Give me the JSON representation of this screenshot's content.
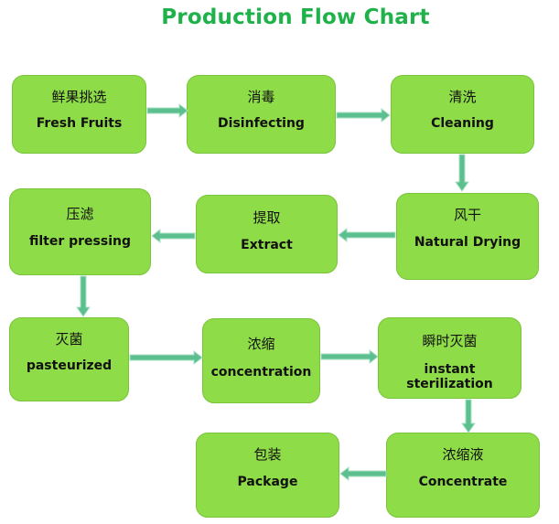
{
  "title": "Production Flow Chart",
  "colors": {
    "title": "#1fb24a",
    "box_fill": "#8edc48",
    "box_border": "#78c43a",
    "arrow": "#5cbf8f"
  },
  "steps": [
    {
      "cn": "鲜果挑选",
      "en": "Fresh Fruits"
    },
    {
      "cn": "消毒",
      "en": "Disinfecting"
    },
    {
      "cn": "清洗",
      "en": "Cleaning"
    },
    {
      "cn": "风干",
      "en": "Natural Drying"
    },
    {
      "cn": "提取",
      "en": "Extract"
    },
    {
      "cn": "压滤",
      "en": "filter pressing"
    },
    {
      "cn": "灭菌",
      "en": "pasteurized"
    },
    {
      "cn": "浓缩",
      "en": "concentration"
    },
    {
      "cn": "瞬时灭菌",
      "en": "instant sterilization"
    },
    {
      "cn": "浓缩液",
      "en": "Concentrate"
    },
    {
      "cn": "包装",
      "en": "Package"
    }
  ],
  "flow": [
    "step1->step2",
    "step2->step3",
    "step3->step4",
    "step4->step5",
    "step5->step6",
    "step6->step7",
    "step7->step8",
    "step8->step9",
    "step9->step10",
    "step10->step11"
  ]
}
